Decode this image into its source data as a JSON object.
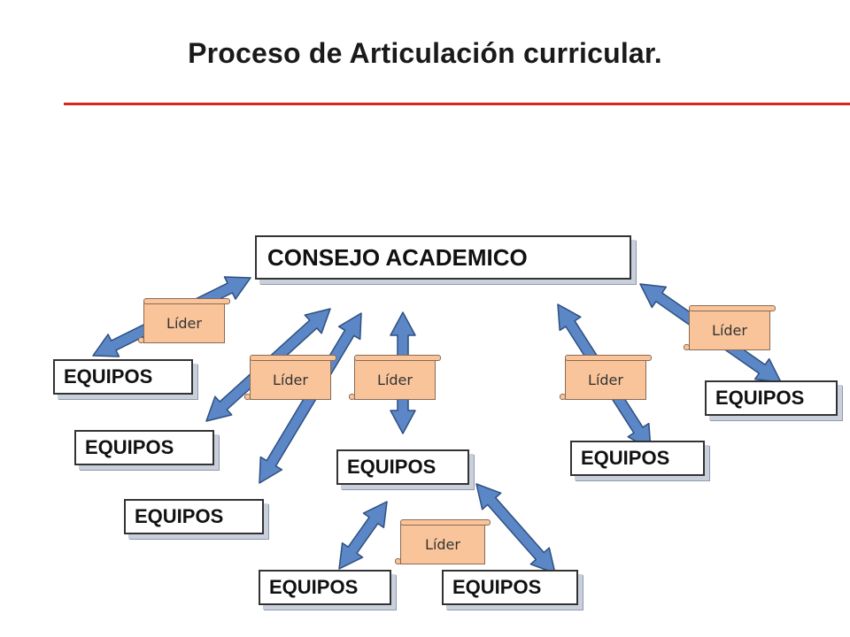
{
  "title": "Proceso de Articulación curricular.",
  "council": {
    "label": "CONSEJO   ACADEMICO"
  },
  "teams": [
    {
      "label": "EQUIPOS"
    },
    {
      "label": "EQUIPOS"
    },
    {
      "label": "EQUIPOS"
    },
    {
      "label": "EQUIPOS"
    },
    {
      "label": "EQUIPOS"
    },
    {
      "label": "EQUIPOS"
    },
    {
      "label": "EQUIPOS"
    },
    {
      "label": "EQUIPOS"
    }
  ],
  "leaders": [
    {
      "label": "Líder"
    },
    {
      "label": "Líder"
    },
    {
      "label": "Líder"
    },
    {
      "label": "Líder"
    },
    {
      "label": "Líder"
    },
    {
      "label": "Líder"
    }
  ],
  "colors": {
    "arrow_fill": "#5b87c6",
    "arrow_stroke": "#2f4f80",
    "leader_fill": "#f9c49a",
    "rule": "#d9261c"
  }
}
